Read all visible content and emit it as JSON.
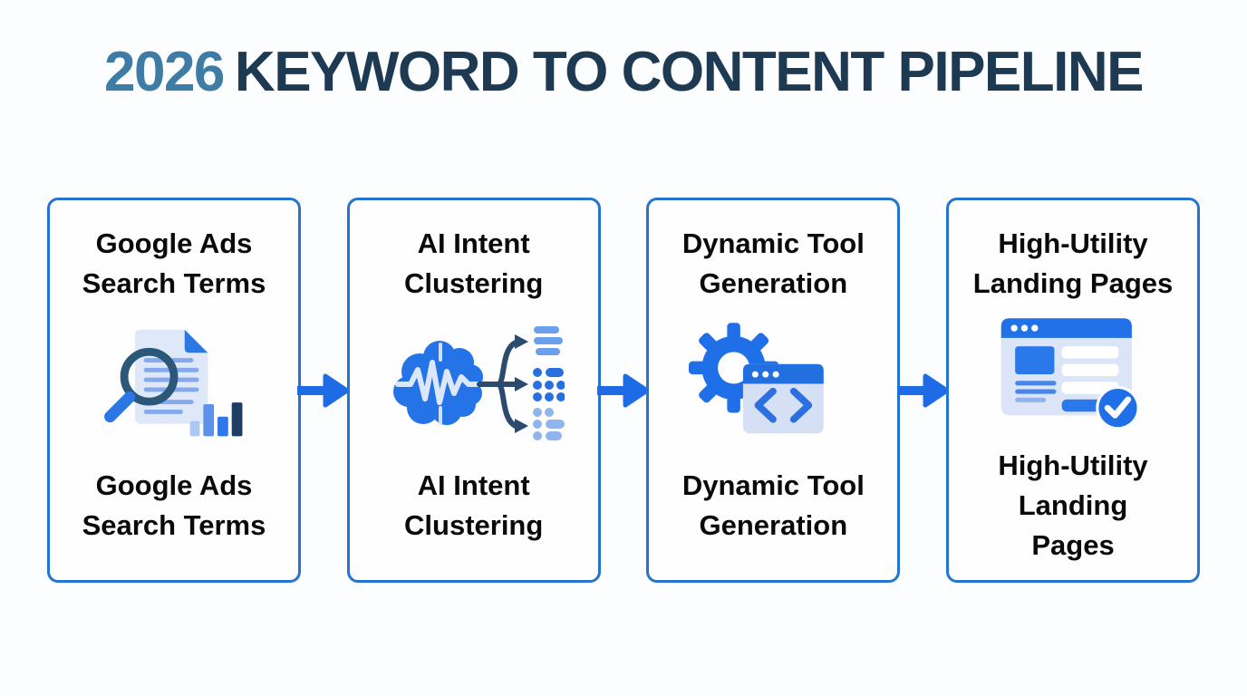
{
  "title": {
    "year": "2026",
    "text": "KEYWORD TO CONTENT PIPELINE",
    "year_color": "#3e7ca6",
    "text_color": "#1d3a52"
  },
  "colors": {
    "box_border": "#2574cf",
    "arrow_blue": "#1d6ce6",
    "icon_bright_blue": "#2474e8",
    "icon_light_fill": "#dbe5f7",
    "icon_soft_blue": "#8fb3ef",
    "icon_mid_blue": "#4a86ea",
    "icon_dark_navy": "#2b4a6e",
    "label_text": "#0a0a0a"
  },
  "steps": [
    {
      "name": "Google Ads Search Terms",
      "icon": "search-document-chart-icon",
      "top_lines": [
        "Google Ads",
        "Search Terms"
      ],
      "bottom_lines": [
        "Google Ads",
        "Search Terms"
      ]
    },
    {
      "name": "AI Intent Clustering",
      "icon": "brain-clustering-icon",
      "top_lines": [
        "AI Intent",
        "Clustering"
      ],
      "bottom_lines": [
        "AI Intent",
        "Clustering"
      ]
    },
    {
      "name": "Dynamic Tool Generation",
      "icon": "gear-code-window-icon",
      "top_lines": [
        "Dynamic Tool",
        "Generation"
      ],
      "bottom_lines": [
        "Dynamic Tool",
        "Generation"
      ]
    },
    {
      "name": "High-Utility Landing Pages",
      "icon": "landing-page-check-icon",
      "top_lines": [
        "High-Utility",
        "Landing Pages"
      ],
      "bottom_lines": [
        "High-Utility",
        "Landing",
        "Pages"
      ]
    }
  ],
  "connectors": [
    {
      "type": "arrow-right"
    },
    {
      "type": "arrow-right"
    },
    {
      "type": "arrow-right"
    }
  ]
}
